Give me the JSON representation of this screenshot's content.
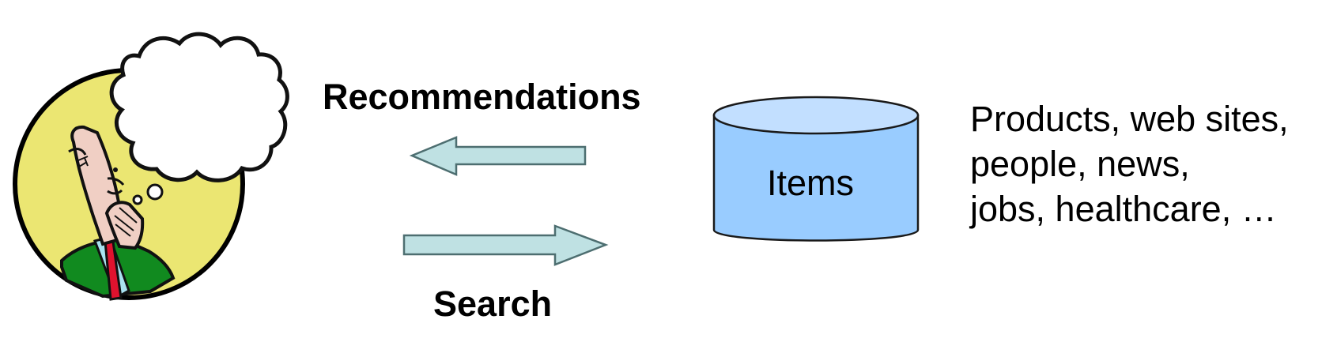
{
  "diagram": {
    "recommendations_label": "Recommendations",
    "search_label": "Search",
    "items_label": "Items",
    "examples_lines": [
      "Products, web sites,",
      "people, news,",
      "jobs, healthcare, …"
    ],
    "colors": {
      "arrow_fill": "#bfe1e3",
      "arrow_stroke": "#4d6e70",
      "cylinder_body": "#99ccff",
      "cylinder_top": "#c2dfff",
      "cylinder_stroke": "#1a1a1a",
      "person_background": "#ebe672",
      "person_skin": "#f0cfc4",
      "jacket": "#118a1f",
      "tie": "#e0122e",
      "shirt": "#a9e2f0"
    }
  }
}
